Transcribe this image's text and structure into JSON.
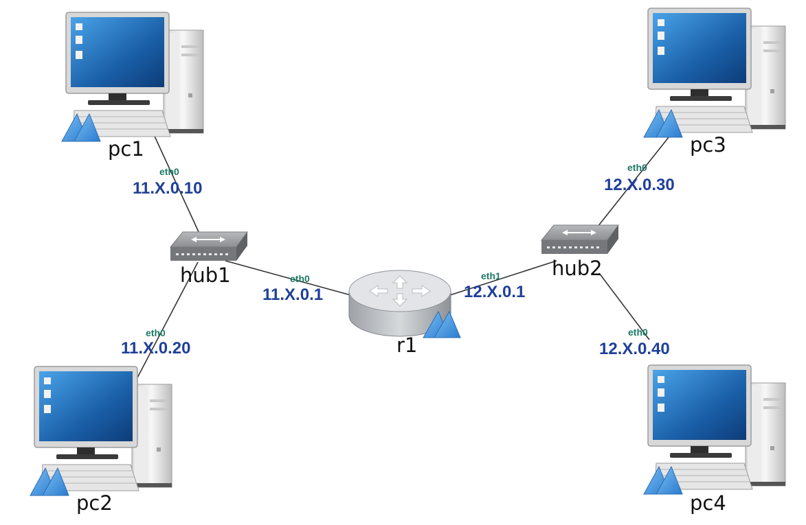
{
  "colors": {
    "ip_text": "#1f3f99",
    "iface_text": "#1a7a63",
    "link": "#333333",
    "screen": "#1a5fa8",
    "hub_body": "#9a9ca0",
    "router_body": "#c9ccd0"
  },
  "nodes": {
    "pc1": {
      "name": "pc1",
      "icon": "desktop-computer-icon"
    },
    "pc2": {
      "name": "pc2",
      "icon": "desktop-computer-icon"
    },
    "pc3": {
      "name": "pc3",
      "icon": "desktop-computer-icon"
    },
    "pc4": {
      "name": "pc4",
      "icon": "desktop-computer-icon"
    },
    "hub1": {
      "name": "hub1",
      "icon": "hub-icon"
    },
    "hub2": {
      "name": "hub2",
      "icon": "hub-icon"
    },
    "r1": {
      "name": "r1",
      "icon": "router-icon"
    }
  },
  "interfaces": {
    "pc1": {
      "iface": "eth0",
      "ip": "11.X.0.10"
    },
    "pc2": {
      "iface": "eth0",
      "ip": "11.X.0.20"
    },
    "r1_eth0": {
      "iface": "eth0",
      "ip": "11.X.0.1"
    },
    "r1_eth1": {
      "iface": "eth1",
      "ip": "12.X.0.1"
    },
    "pc3": {
      "iface": "eth0",
      "ip": "12.X.0.30"
    },
    "pc4": {
      "iface": "eth0",
      "ip": "12.X.0.40"
    }
  },
  "links": [
    {
      "from": "pc1",
      "to": "hub1"
    },
    {
      "from": "pc2",
      "to": "hub1"
    },
    {
      "from": "hub1",
      "to": "r1"
    },
    {
      "from": "r1",
      "to": "hub2"
    },
    {
      "from": "hub2",
      "to": "pc3"
    },
    {
      "from": "hub2",
      "to": "pc4"
    }
  ]
}
